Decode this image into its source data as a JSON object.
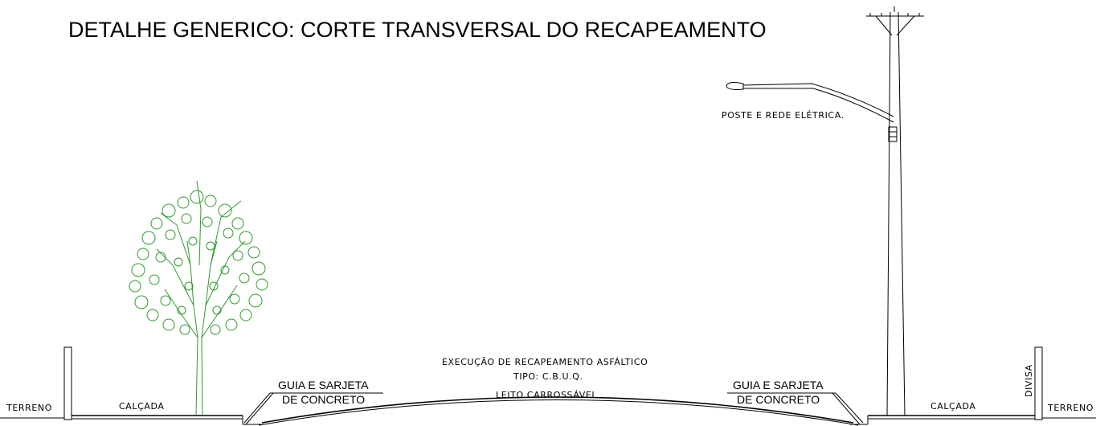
{
  "title": "DETALHE GENERICO: CORTE TRANSVERSAL DO RECAPEAMENTO",
  "labels": {
    "terreno_left": "TERRENO",
    "calcada_left": "CALÇADA",
    "guia_left_line1": "GUIA E SARJETA",
    "guia_left_line2": "DE CONCRETO",
    "execucao": "EXECUÇÃO DE RECAPEAMENTO ASFÁLTICO",
    "tipo": "TIPO:  C.B.U.Q.",
    "leito": "LEITO CARROSSÁVEL",
    "guia_right_line1": "GUIA E SARJETA",
    "guia_right_line2": "DE CONCRETO",
    "calcada_right": "CALÇADA",
    "divisa": "DIVISA",
    "terreno_right": "TERRENO",
    "poste": "POSTE E REDE ELÉTRICA."
  },
  "colors": {
    "lines": "#000000",
    "tree": "#2e9a2e",
    "background": "#ffffff"
  }
}
